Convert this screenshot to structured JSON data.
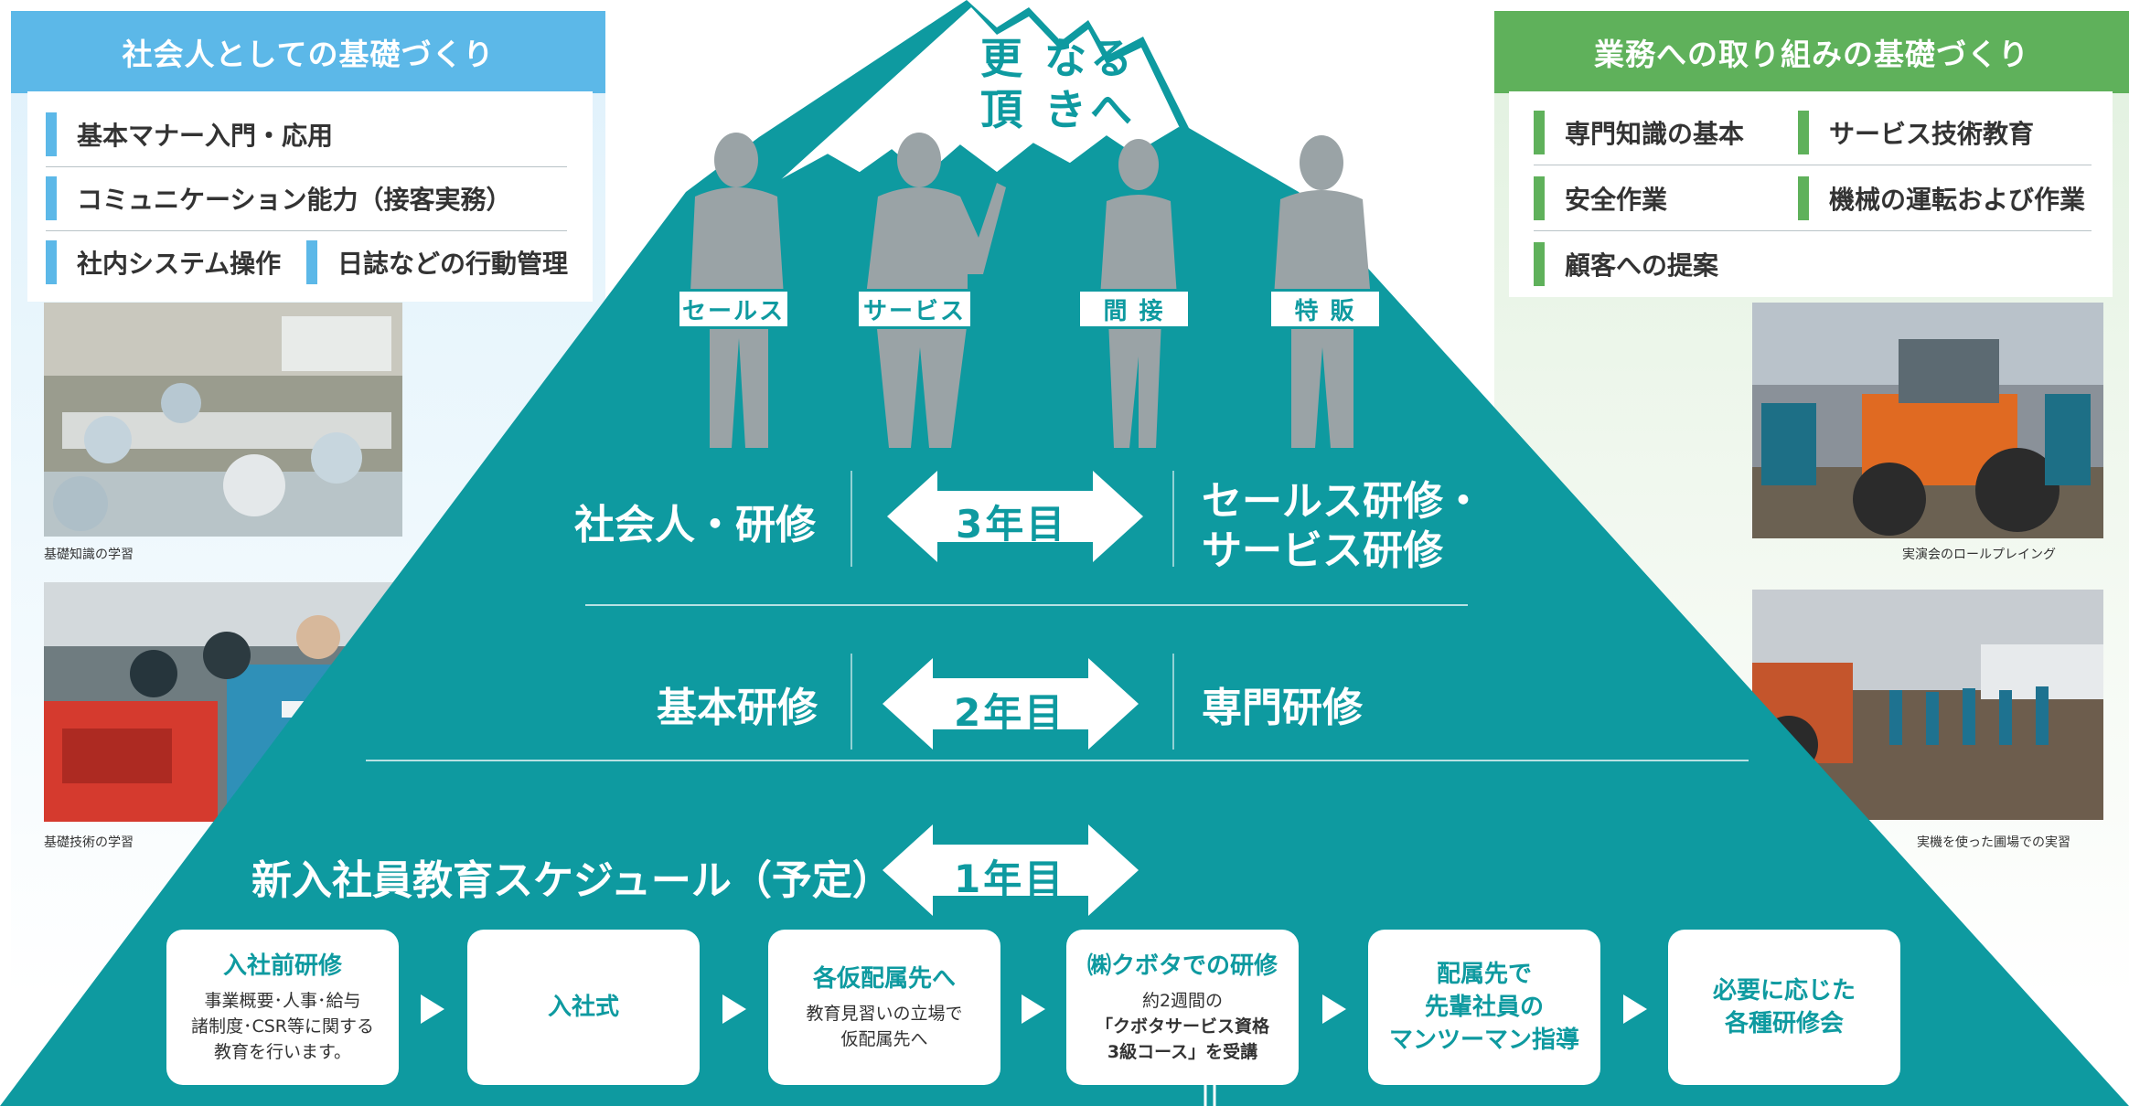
{
  "left_panel": {
    "title": "社会人としての基礎づくり",
    "items": [
      "基本マナー入門・応用",
      "コミュニケーション能力（接客実務）",
      "社内システム操作",
      "日誌などの行動管理"
    ],
    "captions": [
      "基礎知識の学習",
      "基礎技術の学習"
    ]
  },
  "right_panel": {
    "title": "業務への取り組みの基礎づくり",
    "items": [
      "専門知識の基本",
      "サービス技術教育",
      "安全作業",
      "機械の運転および作業",
      "顧客への提案"
    ],
    "captions": [
      "実演会のロールプレイング",
      "実機を使った圃場での実習"
    ]
  },
  "summit": {
    "line1": "更 なる",
    "line2": "頂 きへ"
  },
  "roles": [
    "セールス",
    "サービス",
    "間 接",
    "特 販"
  ],
  "year3": {
    "left": "社会人・研修",
    "arrow": "3年目",
    "right_line1": "セールス研修・",
    "right_line2": "サービス研修"
  },
  "year2": {
    "left": "基本研修",
    "arrow": "2年目",
    "right": "専門研修"
  },
  "year1": {
    "title": "新入社員教育スケジュール（予定）",
    "arrow": "1年目"
  },
  "steps": [
    {
      "title": "入社前研修",
      "desc": [
        "事業概要･人事･給与",
        "諸制度･CSR等に関する",
        "教育を行います。"
      ]
    },
    {
      "title": "入社式",
      "desc": []
    },
    {
      "title": "各仮配属先へ",
      "desc": [
        "教育見習いの立場で",
        "仮配属先へ"
      ]
    },
    {
      "title": "㈱クボタでの研修",
      "desc": [
        "約2週間の",
        "「クボタサービス資格",
        "3級コース」を受講"
      ]
    },
    {
      "title": "配属先で\n先輩社員の\nマンツーマン指導",
      "desc": []
    },
    {
      "title": "必要に応じた\n各種研修会",
      "desc": []
    }
  ],
  "colors": {
    "teal": "#0e9aa0",
    "blue": "#5cb8e8",
    "green": "#5fb15b"
  }
}
